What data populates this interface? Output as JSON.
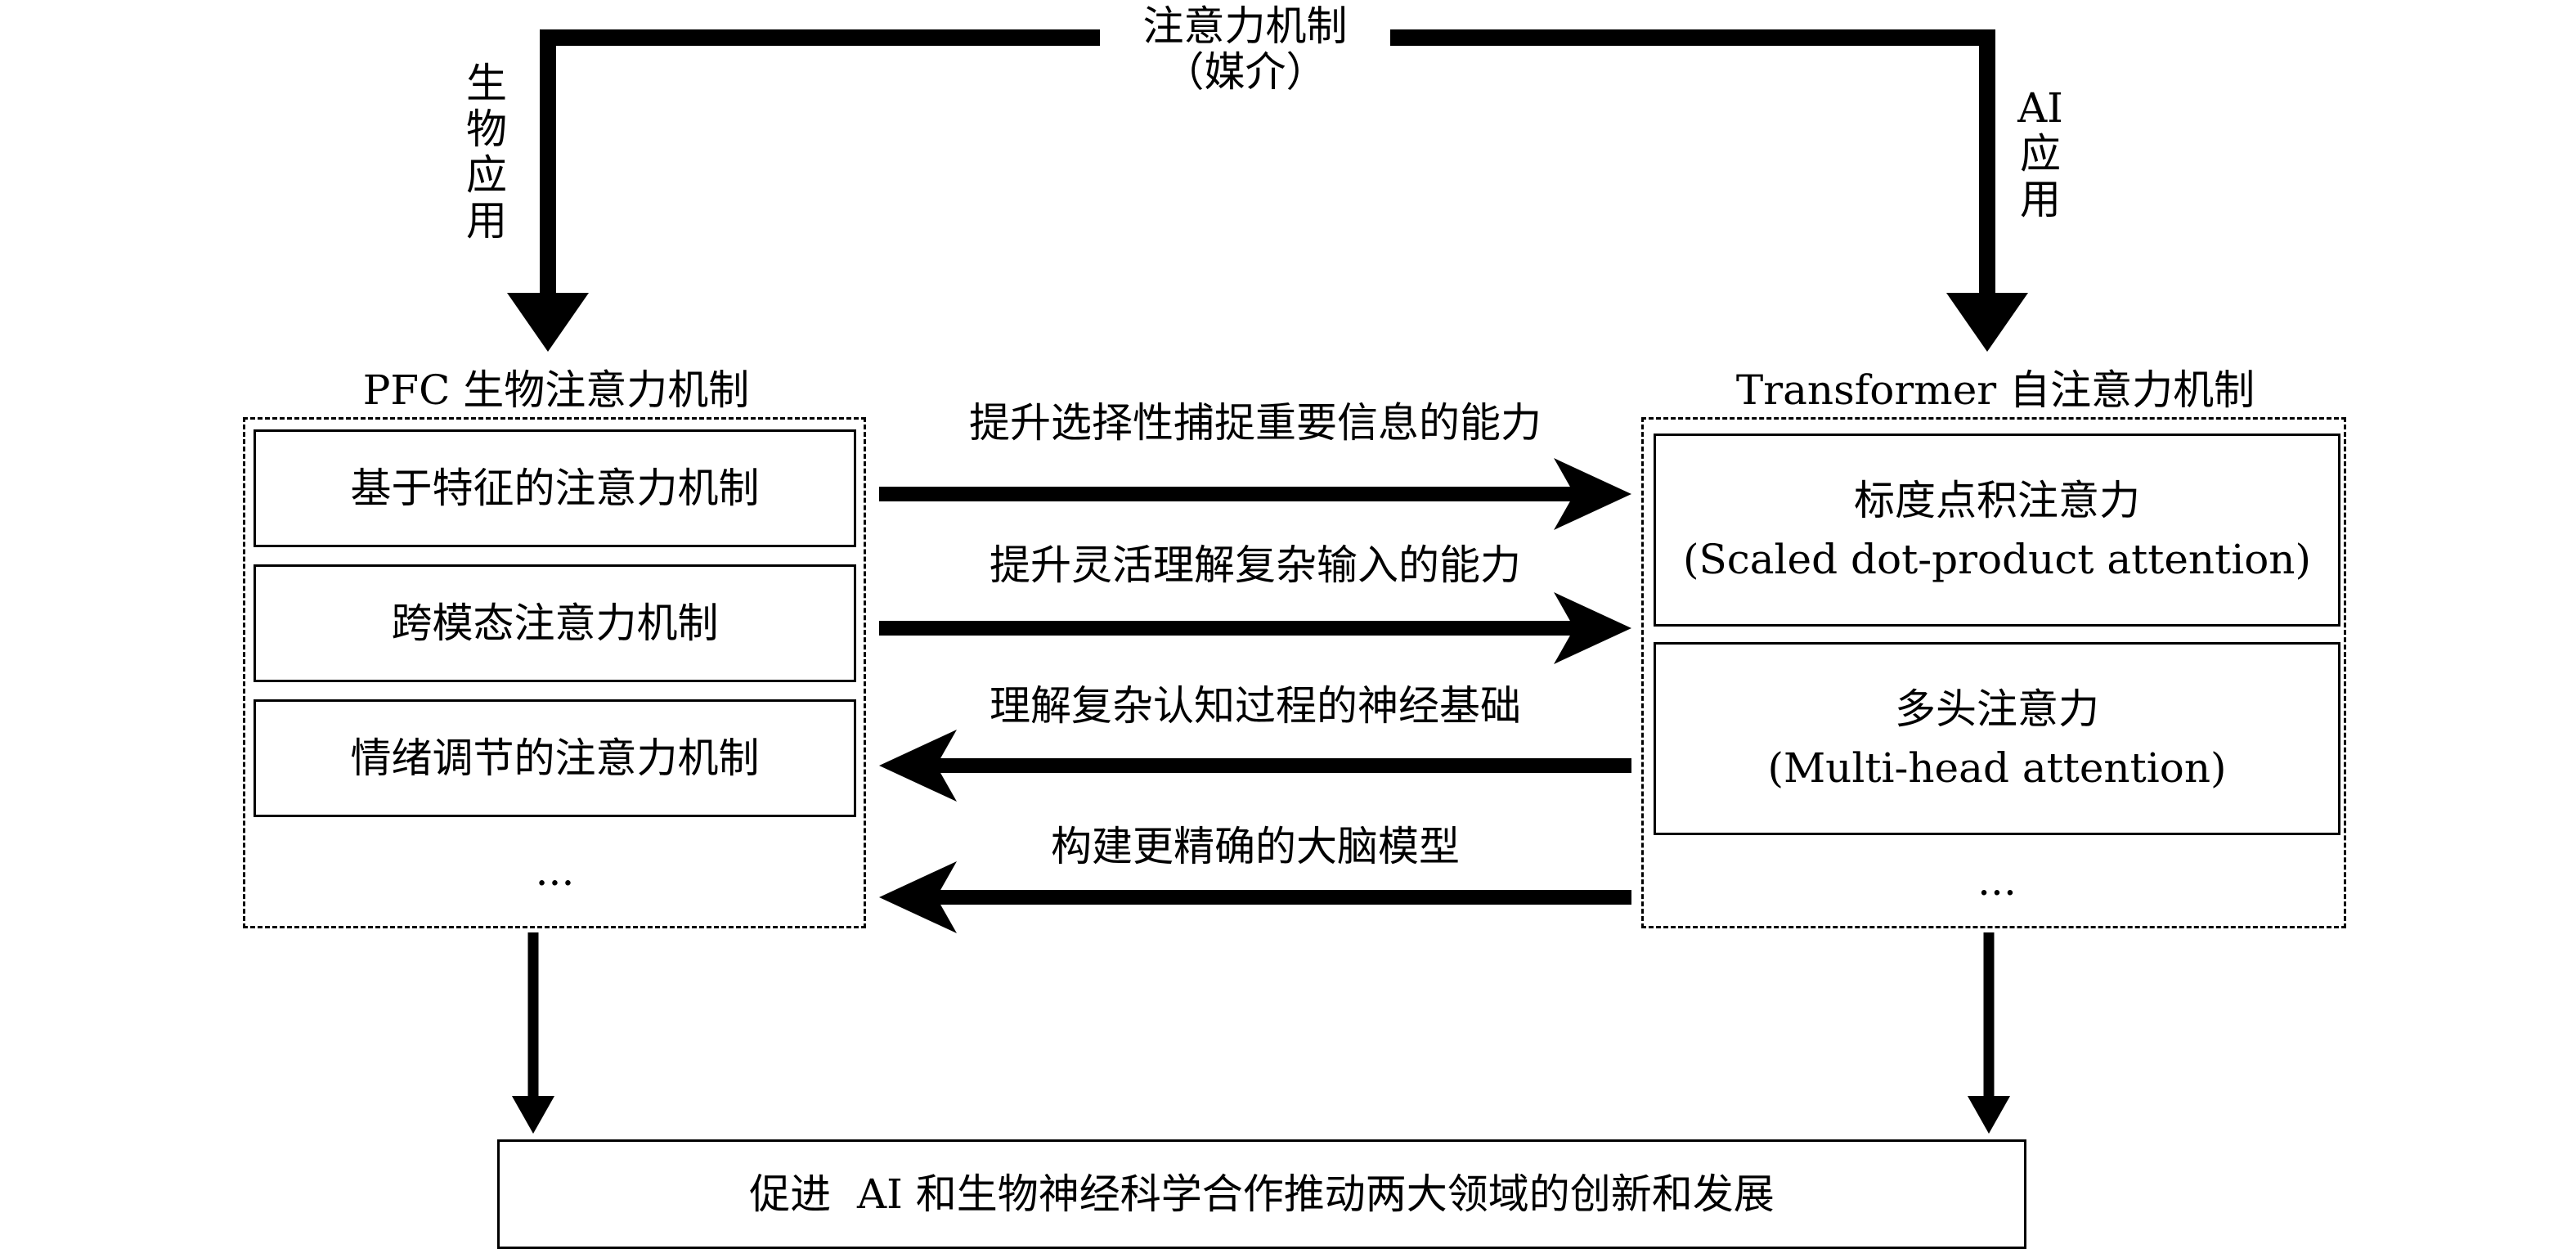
{
  "mediator": {
    "line1": "注意力机制",
    "line2": "（媒介）"
  },
  "left_path_label": [
    "生",
    "物",
    "应",
    "用"
  ],
  "right_path_label": [
    "AI",
    "应",
    "用"
  ],
  "left_group": {
    "title": "PFC 生物注意力机制",
    "items": [
      "基于特征的注意力机制",
      "跨模态注意力机制",
      "情绪调节的注意力机制"
    ],
    "ellipsis": "..."
  },
  "right_group": {
    "title": "Transformer 自注意力机制",
    "items": [
      {
        "name": "标度点积注意力",
        "english": "(Scaled dot-product attention)"
      },
      {
        "name": "多头注意力",
        "english": "(Multi-head attention)"
      }
    ],
    "ellipsis": "..."
  },
  "arrows": [
    {
      "label": "提升选择性捕捉重要信息的能力",
      "direction": "right"
    },
    {
      "label": "提升灵活理解复杂输入的能力",
      "direction": "right"
    },
    {
      "label": "理解复杂认知过程的神经基础",
      "direction": "left"
    },
    {
      "label": "构建更精确的大脑模型",
      "direction": "left"
    }
  ],
  "conclusion": "促进  AI 和生物神经科学合作推动两大领域的创新和发展"
}
